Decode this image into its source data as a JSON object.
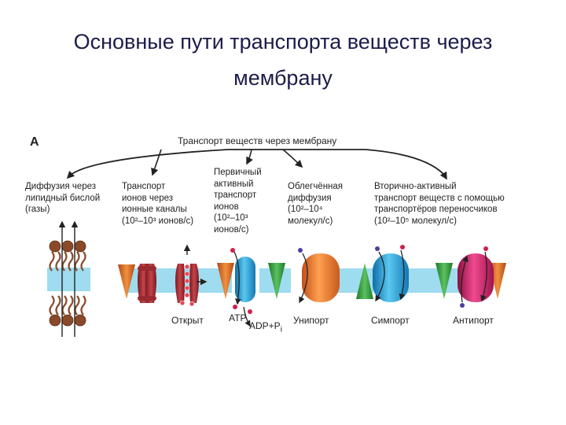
{
  "title_line1": "Основные пути транспорта веществ через",
  "title_line2": "мембрану",
  "panel_letter": "А",
  "root_label": "Транспорт веществ через мембрану",
  "categories": [
    {
      "label": "Диффузия через\nлипидный бислой\n(газы)"
    },
    {
      "label": "Транспорт\nионов через\nионные каналы\n(10²–10³ ионов/с)"
    },
    {
      "label": "Первичный\nактивный\nтранспорт\nионов\n(10²–10³\nионов/с)"
    },
    {
      "label": "Облегчённая\nдиффузия\n(10²–10⁴\nмолекул/с)"
    },
    {
      "label": "Вторично-активный\nтранспорт веществ с помощью\nтранспортёров переносчиков\n(10²–10⁵ молекул/с)"
    }
  ],
  "captions": {
    "open": "Открыт",
    "atp": "ATP",
    "adp": "ADP+P",
    "adp_sub": "i",
    "uniport": "Унипорт",
    "symport": "Симпорт",
    "antiport": "Антипорт"
  },
  "colors": {
    "membrane": "#9fdcef",
    "lipid_head": "#8a4a2a",
    "channel": "#b2343a",
    "pump": "#2aa0d8",
    "uniport": "#f07a2a",
    "symport": "#2aa0d8",
    "antiport": "#d0206a",
    "cone_orange": "#e07828",
    "cone_green": "#3aa646"
  }
}
